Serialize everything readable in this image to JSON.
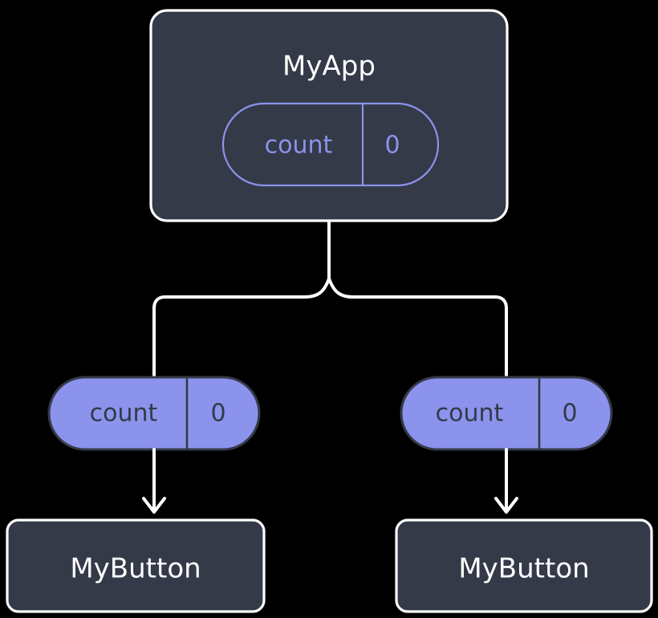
{
  "diagram": {
    "type": "component-state-tree",
    "background_color": "#000000",
    "colors": {
      "node_fill": "#343a48",
      "node_stroke": "#ffffff",
      "accent": "#8b93ec",
      "connector": "#ffffff",
      "title_text": "#ffffff",
      "dark_text": "#343a48"
    },
    "root_node": {
      "label": "MyApp",
      "state_pill": {
        "key": "count",
        "value": "0",
        "style": "outlined"
      }
    },
    "branches": [
      {
        "side": "left",
        "state_pill": {
          "key": "count",
          "value": "0",
          "style": "filled"
        },
        "child_node": {
          "label": "MyButton"
        }
      },
      {
        "side": "right",
        "state_pill": {
          "key": "count",
          "value": "0",
          "style": "filled"
        },
        "child_node": {
          "label": "MyButton"
        }
      }
    ]
  }
}
